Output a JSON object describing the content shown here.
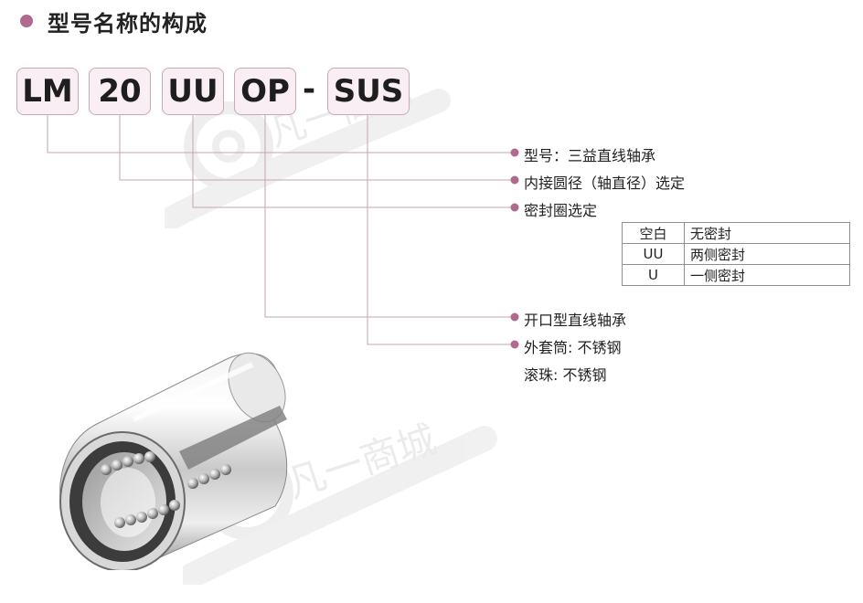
{
  "title": "型号名称的构成",
  "code_parts": [
    "LM",
    "20",
    "UU",
    "OP",
    "SUS"
  ],
  "separator": "-",
  "descriptions": [
    "型号：三益直线轴承",
    "内接圆径（轴直径）选定",
    "密封圈选定",
    "开口型直线轴承",
    "外套筒: 不锈钢",
    "滚珠: 不锈钢"
  ],
  "seal_table": [
    {
      "code": "空白",
      "meaning": "无密封"
    },
    {
      "code": "UU",
      "meaning": "两侧密封"
    },
    {
      "code": "U",
      "meaning": "一侧密封"
    }
  ],
  "watermark_text": "凡一商城",
  "colors": {
    "accent": "#b0698f",
    "box_fill": "#f9eef3",
    "box_border": "#c9a7b8",
    "line": "#c3a5b5"
  }
}
